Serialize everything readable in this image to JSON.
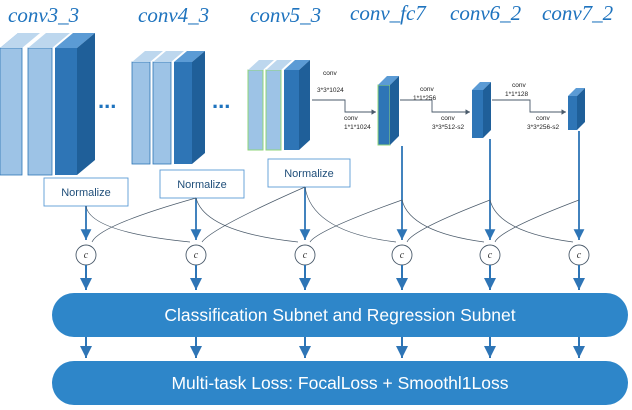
{
  "layer_labels": [
    "conv3_3",
    "conv4_3",
    "conv5_3",
    "conv_fc7",
    "conv6_2",
    "conv7_2"
  ],
  "normalize_labels": [
    "Normalize",
    "Normalize",
    "Normalize"
  ],
  "conv_annotations": {
    "fc6": [
      "conv",
      "3*3*1024"
    ],
    "fc7": [
      "conv",
      "1*1*1024"
    ],
    "conv6_1": [
      "conv",
      "1*1*256"
    ],
    "conv6_2": [
      "conv",
      "3*3*512-s2"
    ],
    "conv7_1": [
      "conv",
      "1*1*128"
    ],
    "conv7_2": [
      "conv",
      "3*3*256-s2"
    ]
  },
  "concat_symbol": "c",
  "ellipsis": "...",
  "subnet_label": "Classification Subnet and Regression Subnet",
  "loss_label": "Multi-task Loss: FocalLoss + Smoothl1Loss",
  "colors": {
    "block_dark": "#2e75b6",
    "block_light": "#9dc3e6",
    "block_outline_green": "#8fd47a",
    "bar": "#2e86c9",
    "arrow": "#2e75b6",
    "line_dark": "#4a5a6a"
  }
}
